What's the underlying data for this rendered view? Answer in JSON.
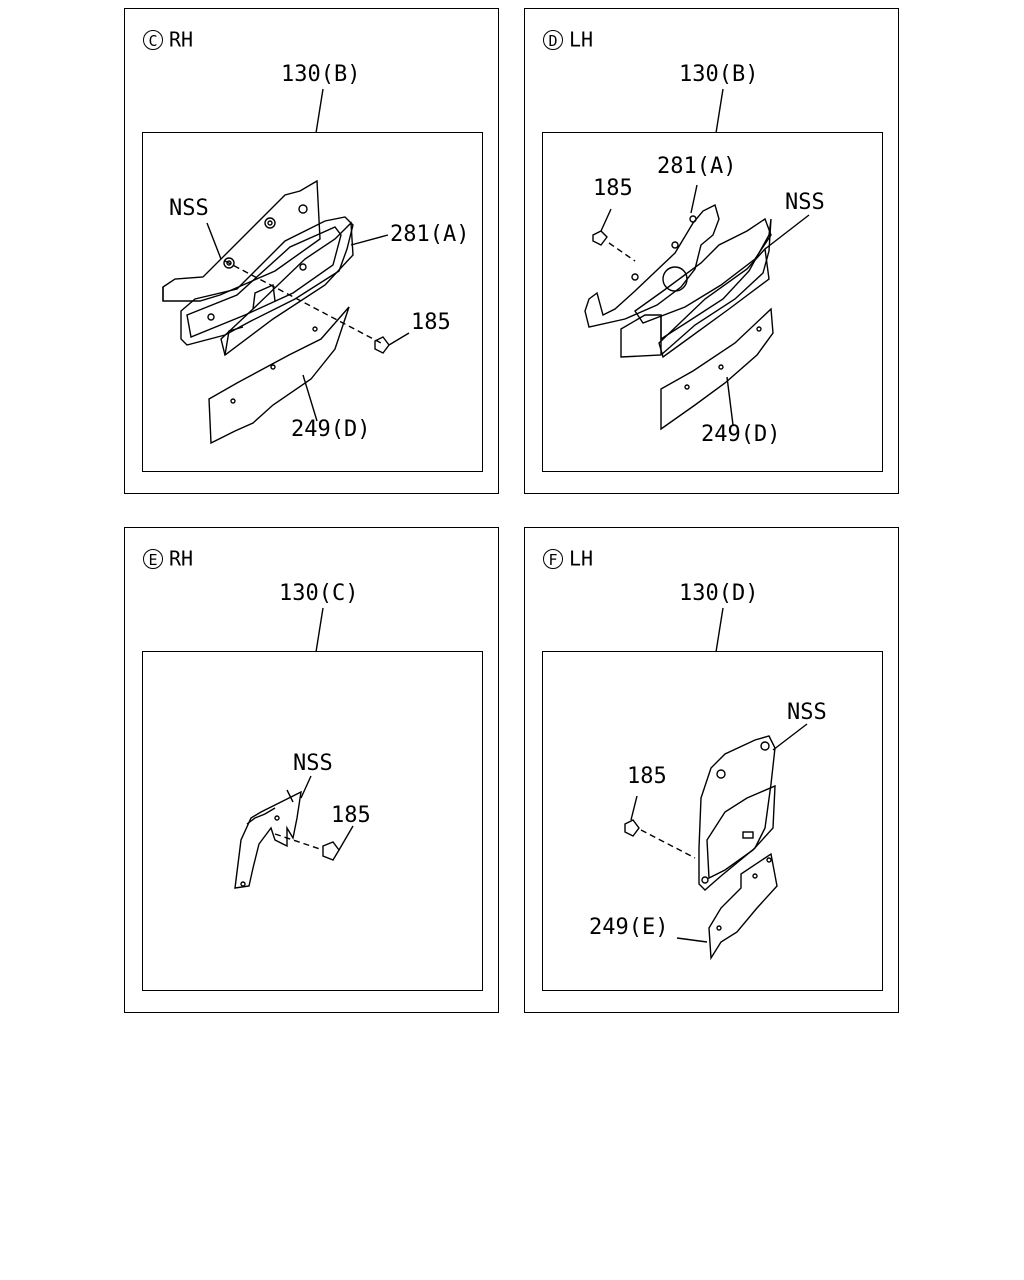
{
  "panels": [
    {
      "letter": "C",
      "side": "RH",
      "labels": {
        "group": "130(B)",
        "nss": "NSS",
        "p281": "281(A)",
        "p185": "185",
        "p249": "249(D)"
      }
    },
    {
      "letter": "D",
      "side": "LH",
      "labels": {
        "group": "130(B)",
        "p185": "185",
        "p281": "281(A)",
        "nss": "NSS",
        "p249": "249(D)"
      }
    },
    {
      "letter": "E",
      "side": "RH",
      "labels": {
        "group": "130(C)",
        "nss": "NSS",
        "p185": "185"
      }
    },
    {
      "letter": "F",
      "side": "LH",
      "labels": {
        "group": "130(D)",
        "nss": "NSS",
        "p185": "185",
        "p249": "249(E)"
      }
    }
  ]
}
